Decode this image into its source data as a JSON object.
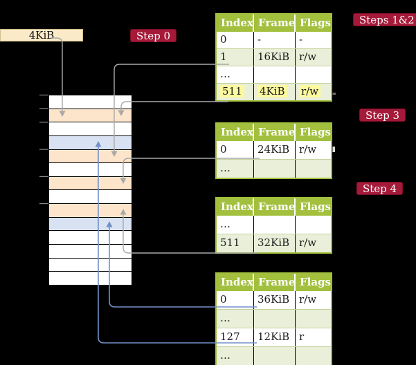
{
  "four_kib_box": {
    "label": "4KiB"
  },
  "badges": {
    "step0": "Step 0",
    "steps12": "Steps 1&2",
    "step3": "Step 3",
    "step4": "Step 4"
  },
  "tables": [
    {
      "name": "level-1-table",
      "headers": [
        "Index",
        "Frame",
        "Flags"
      ],
      "rows": [
        {
          "cells": [
            "0",
            "-",
            "-"
          ],
          "shaded": false,
          "highlight": false
        },
        {
          "cells": [
            "1",
            "16KiB",
            "r/w"
          ],
          "shaded": true,
          "highlight": false
        },
        {
          "cells": [
            "…",
            "",
            ""
          ],
          "shaded": false,
          "highlight": false
        },
        {
          "cells": [
            "511",
            "4KiB",
            "r/w"
          ],
          "shaded": true,
          "highlight": true
        }
      ]
    },
    {
      "name": "level-2-table",
      "headers": [
        "Index",
        "Frame",
        "Flags"
      ],
      "rows": [
        {
          "cells": [
            "0",
            "24KiB",
            "r/w"
          ],
          "shaded": false,
          "highlight": false
        },
        {
          "cells": [
            "…",
            "",
            ""
          ],
          "shaded": true,
          "highlight": false
        }
      ]
    },
    {
      "name": "level-3-table",
      "headers": [
        "Index",
        "Frame",
        "Flags"
      ],
      "rows": [
        {
          "cells": [
            "…",
            "",
            ""
          ],
          "shaded": false,
          "highlight": false
        },
        {
          "cells": [
            "511",
            "32KiB",
            "r/w"
          ],
          "shaded": true,
          "highlight": false
        }
      ]
    },
    {
      "name": "level-4-table",
      "headers": [
        "Index",
        "Frame",
        "Flags"
      ],
      "rows": [
        {
          "cells": [
            "0",
            "36KiB",
            "r/w"
          ],
          "shaded": false,
          "highlight": false
        },
        {
          "cells": [
            "…",
            "",
            ""
          ],
          "shaded": true,
          "highlight": false
        },
        {
          "cells": [
            "127",
            "12KiB",
            "r"
          ],
          "shaded": false,
          "highlight": false
        },
        {
          "cells": [
            "…",
            "",
            ""
          ],
          "shaded": true,
          "highlight": false
        }
      ]
    }
  ],
  "memory": {
    "rows": [
      "white",
      "orange",
      "white",
      "blue",
      "orange",
      "white",
      "orange",
      "white",
      "orange",
      "blue",
      "white",
      "white",
      "white",
      "white"
    ]
  },
  "palette": {
    "background": "#000000",
    "table_header_green": "#a2c03d",
    "table_row_green": "#e9efd8",
    "memory_orange": "#fce5cb",
    "memory_blue": "#d9e2f3",
    "highlight_yellow": "#fdf99f",
    "badge_red": "#a51939",
    "cream_box": "#faeac7",
    "connector_gray": "#a9a9a9",
    "connector_blue": "#7291c7"
  }
}
